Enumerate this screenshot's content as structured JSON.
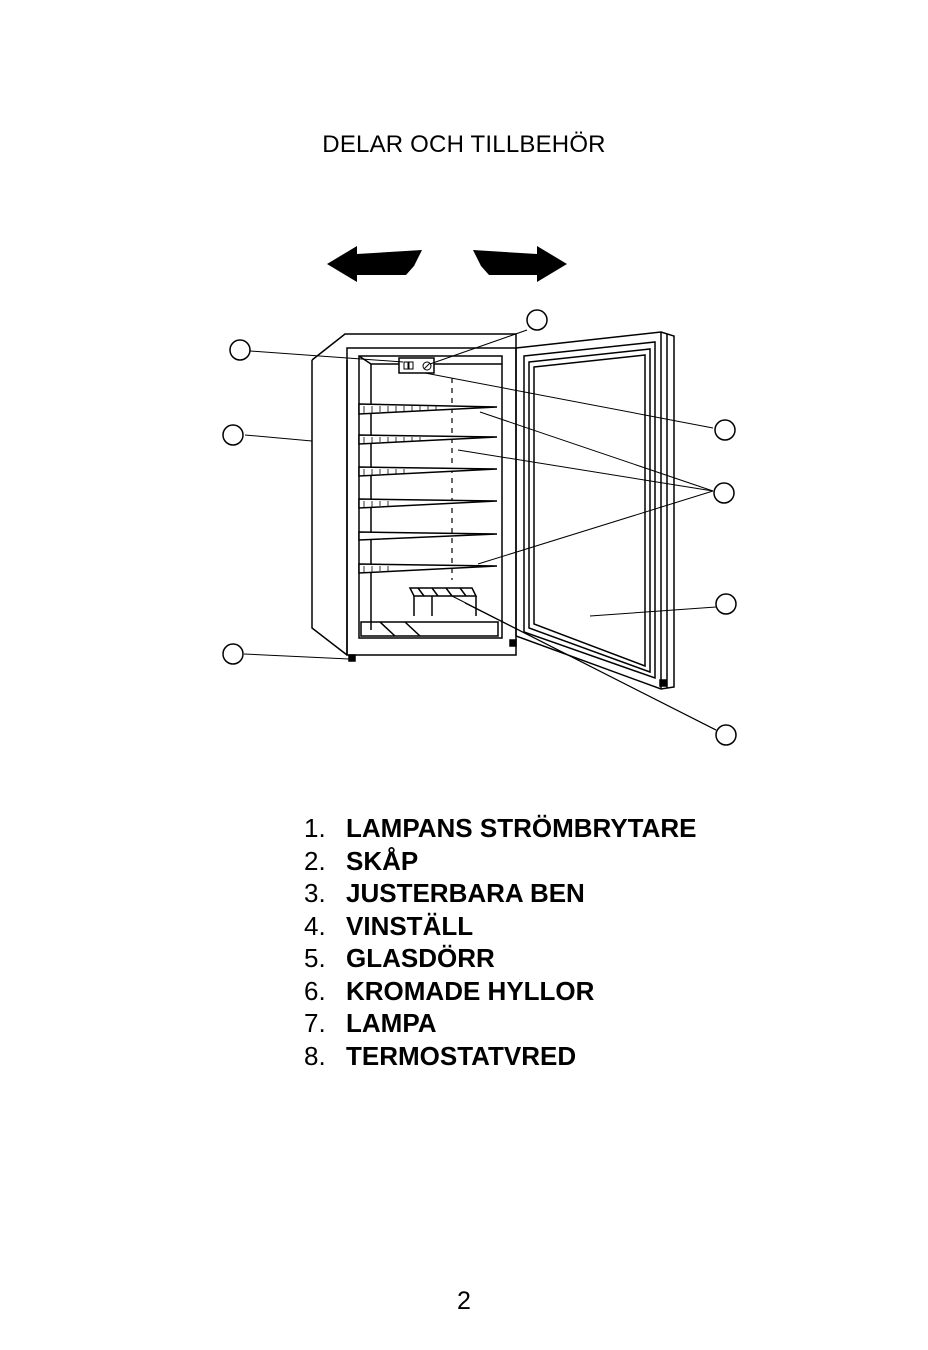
{
  "page": {
    "title": "DELAR OCH TILLBEHÖR",
    "page_number": "2"
  },
  "parts": [
    {
      "number": "1.",
      "label": "LAMPANS STRÖMBRYTARE"
    },
    {
      "number": "2.",
      "label": "SKÅP"
    },
    {
      "number": "3.",
      "label": "JUSTERBARA BEN"
    },
    {
      "number": "4.",
      "label": "VINSTÄLL"
    },
    {
      "number": "5.",
      "label": "GLASDÖRR"
    },
    {
      "number": "6.",
      "label": "KROMADE HYLLOR"
    },
    {
      "number": "7.",
      "label": "LAMPA"
    },
    {
      "number": "8.",
      "label": "TERMOSTATVRED"
    }
  ],
  "diagram": {
    "callouts": [
      "lamp-switch",
      "thermostat-knob",
      "cabinet",
      "adjustable-feet",
      "lamp",
      "chrome-shelves",
      "glass-door",
      "wine-rack"
    ],
    "icons": [
      "arrow-left-icon",
      "arrow-right-icon",
      "thermostat-knob-icon"
    ],
    "line_color": "#000000"
  }
}
